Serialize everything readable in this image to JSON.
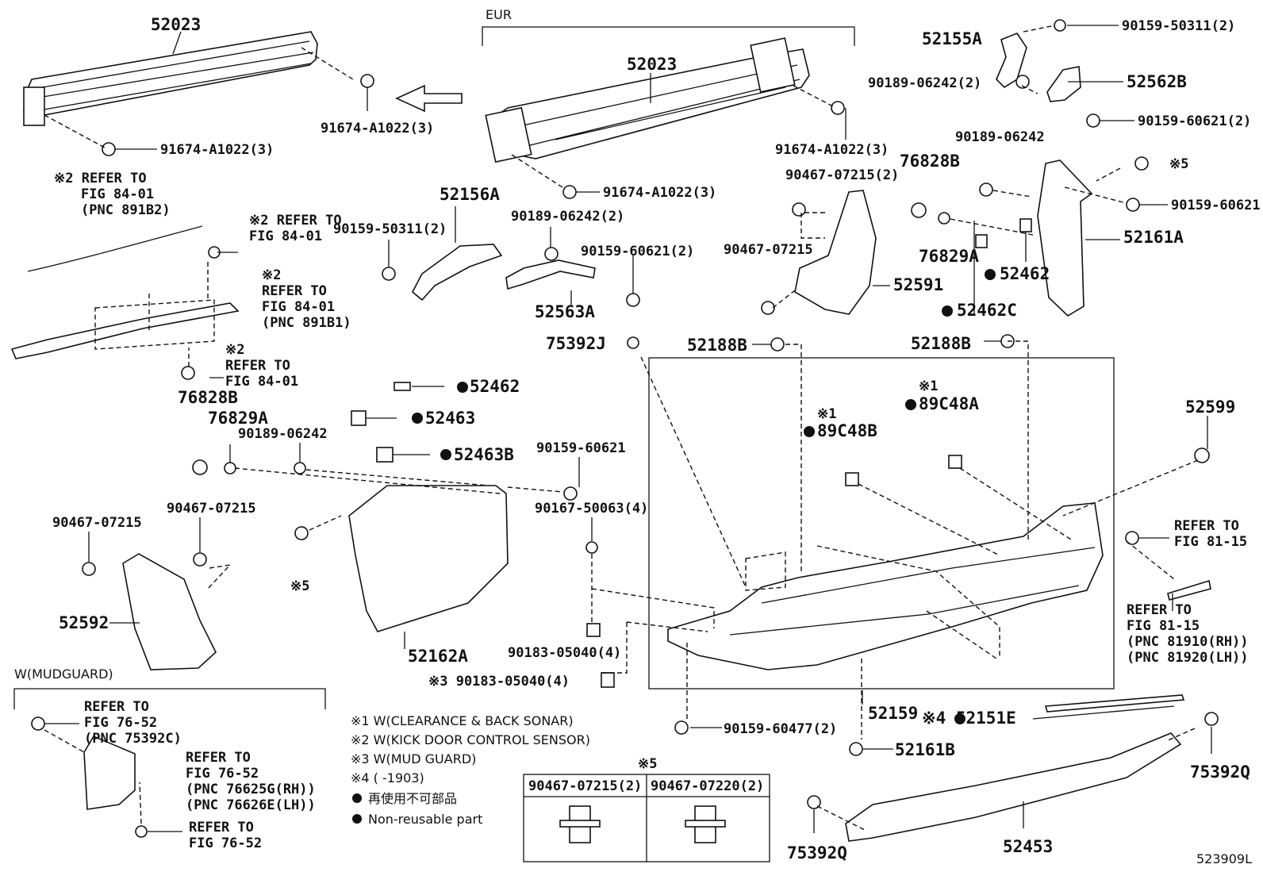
{
  "labels": {
    "eur": "EUR",
    "mudguard": "W(MUDGUARD)",
    "p52023a": "52023",
    "p52023b": "52023",
    "p91674a": "91674-A1022(3)",
    "p91674b": "91674-A1022(3)",
    "p91674c": "91674-A1022(3)",
    "p91674d": "91674-A1022(3)",
    "p52155a": "52155A",
    "p90159_50311r": "90159-50311(2)",
    "p90189r": "90189-06242(2)",
    "p52562b": "52562B",
    "p90159_60621r": "90159-60621(2)",
    "p90189r2": "90189-06242",
    "p76828br": "76828B",
    "n5r": "※5",
    "p90467r": "90467-07215(2)",
    "p90159_60621r2": "90159-60621",
    "p52161a": "52161A",
    "p76829ar": "76829A",
    "p90467r2": "90467-07215",
    "p52591": "52591",
    "p52462r": "52462",
    "p52462c": "52462C",
    "p52156a": "52156A",
    "p90189m": "90189-06242(2)",
    "p90159_50311m": "90159-50311(2)",
    "p90159_60621m": "90159-60621(2)",
    "p52563a": "52563A",
    "p75392j": "75392J",
    "p52188bl": "52188B",
    "p52188br": "52188B",
    "r8401a1": "※2 REFER TO",
    "r8401a2": "FIG 84-01",
    "r8401a3": "(PNC 891B2)",
    "r8401b1": "※2 REFER TO",
    "r8401b2": "FIG 84-01",
    "r8401b3": "",
    "r8401c1": "※2",
    "r8401c2": "REFER TO",
    "r8401c3": "FIG 84-01",
    "r8401c4": "(PNC 891B1)",
    "r8401d1": "※2",
    "r8401d2": "REFER TO",
    "r8401d3": "FIG 84-01",
    "p76828bl": "76828B",
    "p76829al": "76829A",
    "p90189l": "90189-06242",
    "p52462m": "52462",
    "p52463": "52463",
    "p52463b": "52463B",
    "p90159_60621m2": "90159-60621",
    "p90167": "90167-50063(4)",
    "n5l": "※5",
    "p90467l1": "90467-07215",
    "p90467l2": "90467-07215",
    "p52592": "52592",
    "p52162a": "52162A",
    "p90183a": "90183-05040(4)",
    "p90183b": "※3 90183-05040(4)",
    "n1b": "※1",
    "p89c48b": "89C48B",
    "n1a": "※1",
    "p89c48a": "89C48A",
    "p52599": "52599",
    "r8115a1": "REFER TO",
    "r8115a2": "FIG 81-15",
    "r8115b1": "REFER TO",
    "r8115b2": "FIG 81-15",
    "r8115b3": "(PNC 81910(RH))",
    "r8115b4": "(PNC 81920(LH))",
    "p52159": "52159",
    "p52151e": "※4 52151E",
    "p90159_60477": "90159-60477(2)",
    "p52161b": "52161B",
    "p75392qr": "75392Q",
    "p75392ql": "75392Q",
    "p52453": "52453",
    "r7652a1": "REFER TO",
    "r7652a2": "FIG 76-52",
    "r7652a3": "(PNC 75392C)",
    "r7652b1": "REFER TO",
    "r7652b2": "FIG 76-52",
    "r7652b3": "(PNC 76625G(RH))",
    "r7652b4": "(PNC 76626E(LH))",
    "r7652c1": "REFER TO",
    "r7652c2": "FIG 76-52",
    "diagram_id": "523909L"
  },
  "legend": {
    "n1": "※1 W(CLEARANCE & BACK SONAR)",
    "n2": "※2 W(KICK DOOR CONTROL SENSOR)",
    "n3": "※3 W(MUD GUARD)",
    "n4": "※4 (        -1903)",
    "nr_jp": "再使用不可部品",
    "nr_en": "Non-reusable part"
  },
  "table": {
    "title": "※5",
    "col1": "90467-07215(2)",
    "col2": "90467-07220(2)"
  }
}
